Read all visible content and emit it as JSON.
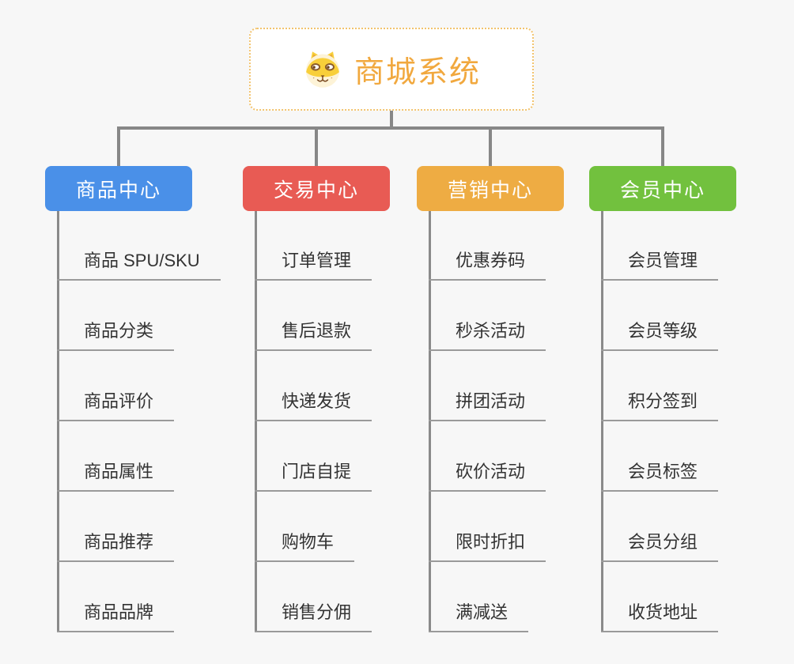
{
  "root": {
    "title": "商城系统",
    "icon": "dog-face-icon"
  },
  "colors": {
    "background": "#f7f7f7",
    "root_text": "#f1a83e",
    "root_border": "#f2c36d",
    "connector": "#878787",
    "underline": "#9a9a9a",
    "leaf_text": "#333333",
    "header_text": "#ffffff"
  },
  "branches": [
    {
      "label": "商品中心",
      "color": "#4a90e8",
      "items": [
        "商品 SPU/SKU",
        "商品分类",
        "商品评价",
        "商品属性",
        "商品推荐",
        "商品品牌"
      ]
    },
    {
      "label": "交易中心",
      "color": "#e85b54",
      "items": [
        "订单管理",
        "售后退款",
        "快递发货",
        "门店自提",
        "购物车",
        "销售分佣"
      ]
    },
    {
      "label": "营销中心",
      "color": "#eeac43",
      "items": [
        "优惠券码",
        "秒杀活动",
        "拼团活动",
        "砍价活动",
        "限时折扣",
        "满减送"
      ]
    },
    {
      "label": "会员中心",
      "color": "#72c13e",
      "items": [
        "会员管理",
        "会员等级",
        "积分签到",
        "会员标签",
        "会员分组",
        "收货地址"
      ]
    }
  ]
}
